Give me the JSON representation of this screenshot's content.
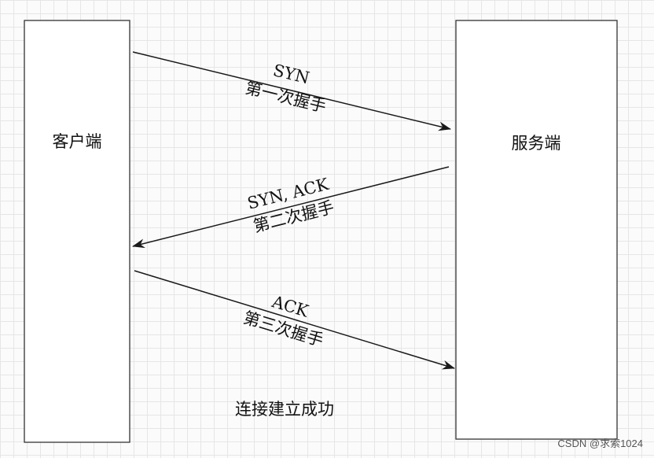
{
  "client": {
    "label": "客户端"
  },
  "server": {
    "label": "服务端"
  },
  "messages": [
    {
      "protocol": "SYN",
      "step": "第一次握手",
      "direction": "client-to-server"
    },
    {
      "protocol": "SYN, ACK",
      "step": "第二次握手",
      "direction": "server-to-client"
    },
    {
      "protocol": "ACK",
      "step": "第三次握手",
      "direction": "client-to-server"
    }
  ],
  "result": "连接建立成功",
  "watermark": "CSDN @求索1024",
  "colors": {
    "line": "#1a1a1a",
    "box_border": "#333333",
    "grid": "#e6e6e6"
  }
}
